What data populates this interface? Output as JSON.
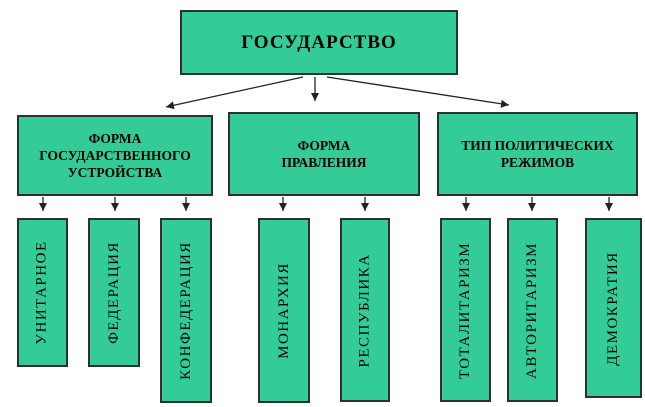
{
  "diagram": {
    "title": "ГОСУДАРСТВО",
    "root": {
      "label": "ГОСУДАРСТВО"
    },
    "branches": [
      {
        "label": "ФОРМА ГОСУДАРСТВЕННОГО УСТРОЙСТВА",
        "lines": [
          "ФОРМА",
          "ГОСУДАРСТВЕННОГО",
          "УСТРОЙСТВА"
        ],
        "children": [
          "УНИТАРНОЕ",
          "ФЕДЕРАЦИЯ",
          "КОНФЕДЕРАЦИЯ"
        ]
      },
      {
        "label": "ФОРМА ПРАВЛЕНИЯ",
        "lines": [
          "ФОРМА",
          "ПРАВЛЕНИЯ"
        ],
        "children": [
          "МОНАРХИЯ",
          "РЕСПУБЛИКА"
        ]
      },
      {
        "label": "ТИП ПОЛИТИЧЕСКИХ РЕЖИМОВ",
        "lines": [
          "ТИП ПОЛИТИЧЕСКИХ",
          "РЕЖИМОВ"
        ],
        "children": [
          "ТОТАЛИТАРИЗМ",
          "АВТОРИТАРИЗМ",
          "ДЕМОКРАТИЯ"
        ]
      }
    ],
    "colors": {
      "box_fill": "#33CC99",
      "box_border": "#2F2F2F",
      "text": "#000000",
      "arrow": "#222222",
      "background": "#FFFFFF"
    }
  }
}
